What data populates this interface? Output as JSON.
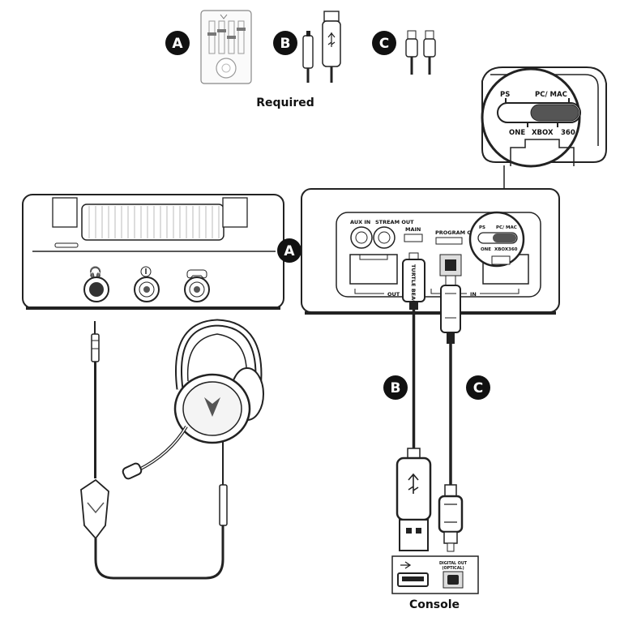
{
  "required": {
    "label": "Required",
    "items": [
      "A",
      "B",
      "C"
    ]
  },
  "amp_front": {
    "badge": "A"
  },
  "amp_rear": {
    "port_labels": {
      "aux_in": "AUX IN",
      "stream_out": "STREAM OUT",
      "main": "MAIN",
      "program_only": "PROGRAM ONLY",
      "out": "OUT",
      "in": "IN"
    },
    "switch_labels": {
      "ps": "PS",
      "pcmac": "PC/ MAC",
      "one": "ONE",
      "xbox": "XBOX",
      "x360": "360"
    }
  },
  "zoom_switch": {
    "ps": "PS",
    "pcmac": "PC/ MAC",
    "one": "ONE",
    "xbox": "XBOX",
    "x360": "360"
  },
  "usb_plug_text": "TURTLE BEACH",
  "cables": {
    "b_badge": "B",
    "c_badge": "C"
  },
  "console": {
    "label": "Console",
    "optical_label_line1": "DIGITAL OUT",
    "optical_label_line2": "(OPTICAL)"
  }
}
